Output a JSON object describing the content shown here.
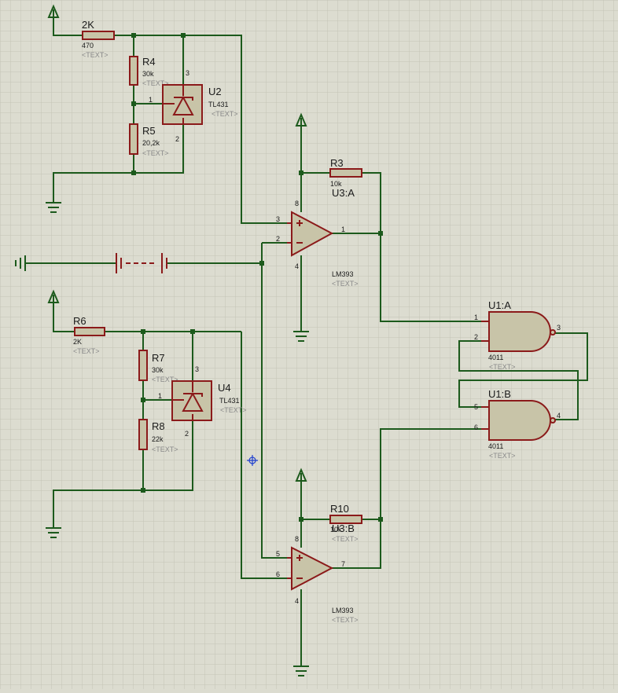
{
  "components": {
    "r_top": {
      "ref": "2K",
      "value": "470",
      "text": "<TEXT>"
    },
    "r4": {
      "ref": "R4",
      "value": "30k",
      "text": "<TEXT>"
    },
    "r5": {
      "ref": "R5",
      "value": "20,2k",
      "text": "<TEXT>"
    },
    "u2": {
      "ref": "U2",
      "value": "TL431",
      "text": "<TEXT>",
      "pins": [
        "1",
        "2",
        "3"
      ]
    },
    "r3": {
      "ref": "R3",
      "value": "10k"
    },
    "u3a": {
      "ref": "U3:A",
      "value": "LM393",
      "text": "<TEXT>",
      "pins": [
        "3",
        "2",
        "1",
        "8",
        "4"
      ]
    },
    "r6": {
      "ref": "R6",
      "value": "2K",
      "text": "<TEXT>"
    },
    "r7": {
      "ref": "R7",
      "value": "30k",
      "text": "<TEXT>"
    },
    "r8": {
      "ref": "R8",
      "value": "22k",
      "text": "<TEXT>"
    },
    "u4": {
      "ref": "U4",
      "value": "TL431",
      "text": "<TEXT>",
      "pins": [
        "1",
        "2",
        "3"
      ]
    },
    "u1a": {
      "ref": "U1:A",
      "value": "4011",
      "text": "<TEXT>",
      "pins": [
        "1",
        "2",
        "3"
      ]
    },
    "u1b": {
      "ref": "U1:B",
      "value": "4011",
      "text": "<TEXT>",
      "pins": [
        "5",
        "6",
        "4"
      ]
    },
    "r10": {
      "ref": "R10",
      "value": "10k",
      "text": "<TEXT>"
    },
    "u3b": {
      "ref": "U3:B",
      "value": "LM393",
      "text": "<TEXT>",
      "pins": [
        "5",
        "6",
        "7",
        "8",
        "4"
      ]
    }
  },
  "colors": {
    "background": "#dcdcd0",
    "grid": "#c4c4b6",
    "wire": "#1c5a1c",
    "component": "#8b1a1a",
    "body": "#c8c4a8",
    "cursor": "#2040d0"
  }
}
